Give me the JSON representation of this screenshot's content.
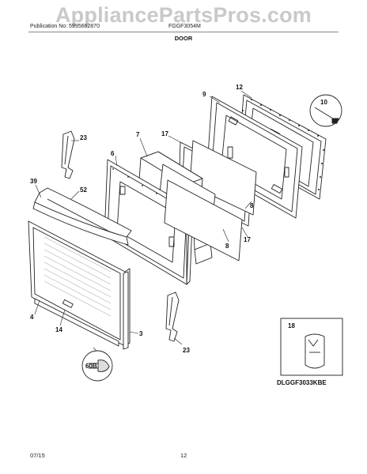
{
  "watermark": "AppliancePartsPros.com",
  "header": {
    "publication": "Publication No: 5995662870",
    "model": "FGGF3054M",
    "section_title": "DOOR"
  },
  "callouts": {
    "c12": "12",
    "c9": "9",
    "c10": "10",
    "c23a": "23",
    "c7": "7",
    "c17a": "17",
    "c6": "6",
    "c39": "39",
    "c52": "52",
    "c8a": "8",
    "c8b": "8",
    "c17b": "17",
    "c4": "4",
    "c14": "14",
    "c3": "3",
    "c23b": "23",
    "c60b": "60B",
    "c18": "18"
  },
  "inset": {
    "part_code": "DLGGF3033KBE"
  },
  "footer": {
    "date": "07/15",
    "page": "12"
  }
}
